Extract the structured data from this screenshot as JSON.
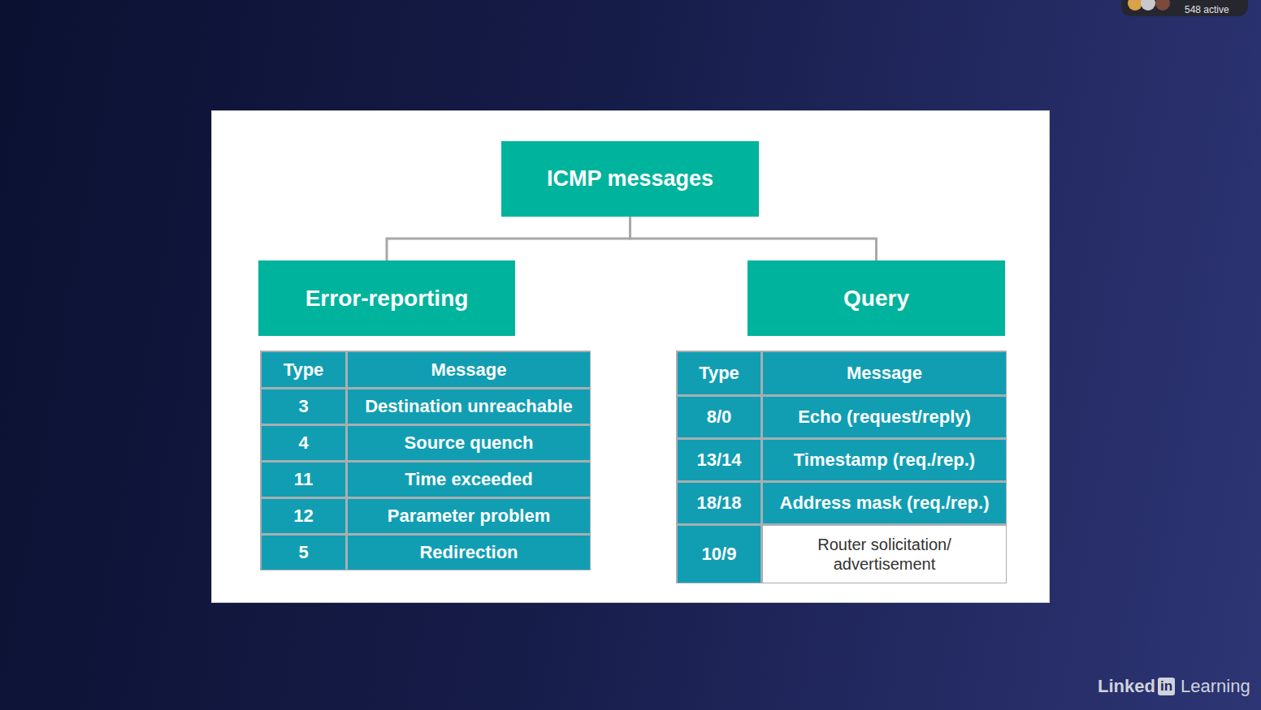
{
  "diagram": {
    "nodes": [
      {
        "text": [
          "ICMP messages"
        ]
      },
      {
        "text": [
          "Error-reporting"
        ]
      },
      {
        "text": [
          "Query"
        ]
      }
    ],
    "edges": [
      {
        "from": 0,
        "to": 1,
        "arrow": "none"
      },
      {
        "from": 0,
        "to": 2,
        "arrow": "none"
      }
    ],
    "labels": [
      "548 active",
      "Type",
      "Message",
      "3",
      "Destination unreachable",
      "4",
      "Source quench",
      "11",
      "Time exceeded",
      "12",
      "Parameter problem",
      "5",
      "Redirection",
      "Type",
      "Message",
      "8/0",
      "Echo (request/reply)",
      "13/14",
      "Timestamp (req./rep.)",
      "18/18",
      "Address mask (req./rep.)",
      "10/9",
      "Router solicitation/ advertisement",
      "Linked",
      "in",
      "Learning"
    ]
  }
}
